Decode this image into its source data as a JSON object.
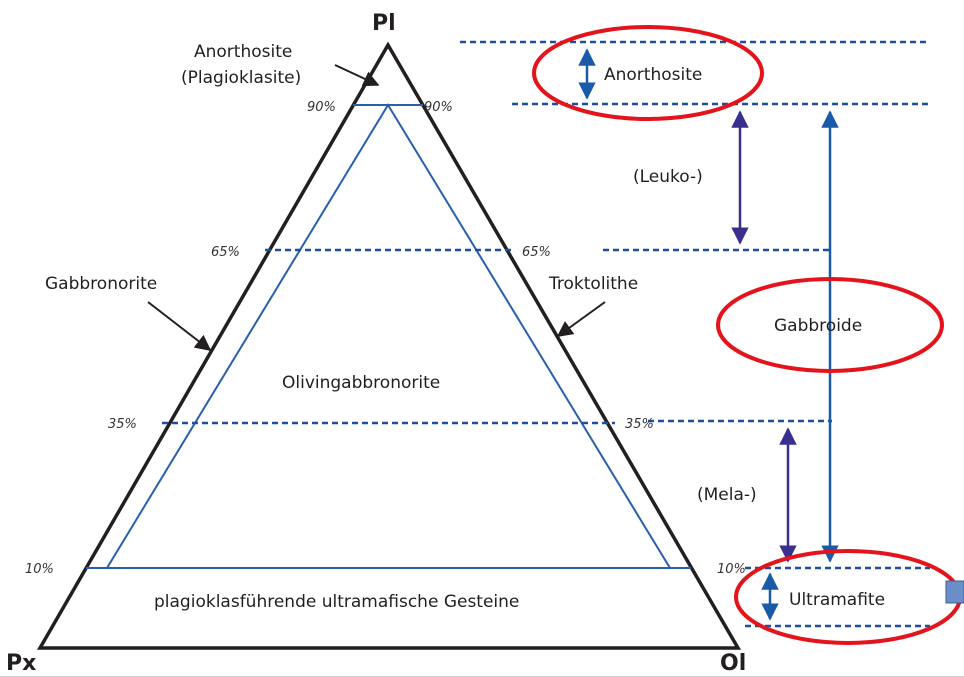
{
  "vertices": {
    "top": "Pl",
    "bottom_left": "Px",
    "bottom_right": "Ol"
  },
  "regions": {
    "anorthosite_top": "Anorthosite",
    "anorthosite_sub": "(Plagioklasite)",
    "gabbronorite": "Gabbronorite",
    "troktolithe": "Troktolithe",
    "olivingabbronorite": "Olivingabbronorite",
    "ultramafic_band": "plagioklasführende ultramafische Gesteine"
  },
  "percent_labels": {
    "p90_left": "90%",
    "p90_right": "90%",
    "p65_left": "65%",
    "p65_right": "65%",
    "p35_left": "35%",
    "p35_right": "35%",
    "p10_left": "10%",
    "p10_right": "10%"
  },
  "scale": {
    "anorthosite": "Anorthosite",
    "leuko": "(Leuko-)",
    "gabbroide": "Gabbroide",
    "mela": "(Mela-)",
    "ultramafite": "Ultramafite"
  },
  "colors": {
    "outline": "#231f20",
    "inner_triangle": "#2a5fae",
    "dashed": "#1f4e9b",
    "highlight": "#e3141c",
    "purple_arrow": "#3a2f8f"
  }
}
